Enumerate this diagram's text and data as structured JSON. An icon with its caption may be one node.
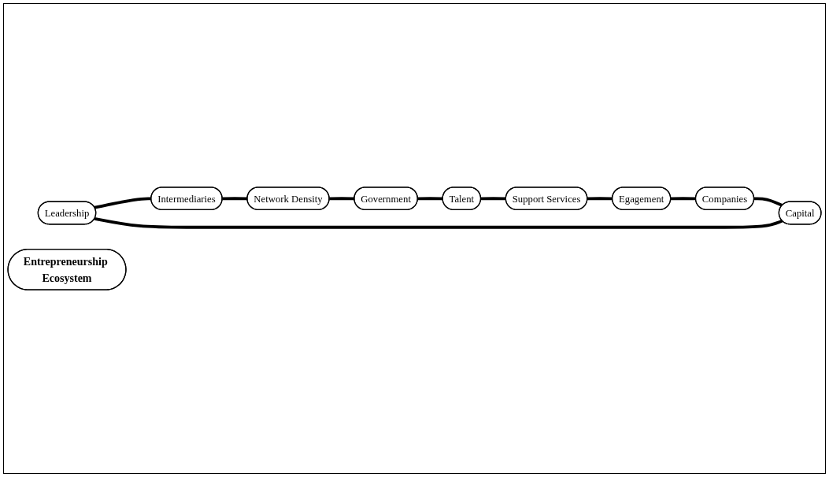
{
  "diagram": {
    "nodes": [
      {
        "text": [
          "Leadership"
        ]
      },
      {
        "text": [
          "Capital"
        ]
      },
      {
        "text": [
          "Intermediaries"
        ]
      },
      {
        "text": [
          "Companies"
        ]
      },
      {
        "text": [
          "Entrepreneurship Ecosystem"
        ]
      },
      {
        "text": [
          "Network Density"
        ]
      },
      {
        "text": [
          "Egagement"
        ]
      },
      {
        "text": [
          "Government"
        ]
      },
      {
        "text": [
          "Support Services"
        ]
      },
      {
        "text": [
          "Talent"
        ]
      }
    ],
    "edges": [
      {
        "from": 1,
        "to": 0,
        "arrow": "none"
      },
      {
        "from": 0,
        "to": 2,
        "arrow": "none"
      },
      {
        "from": 2,
        "to": 5,
        "arrow": "none"
      },
      {
        "from": 5,
        "to": 7,
        "arrow": "none"
      },
      {
        "from": 7,
        "to": 9,
        "arrow": "none"
      },
      {
        "from": 9,
        "to": 8,
        "arrow": "none"
      },
      {
        "from": 8,
        "to": 6,
        "arrow": "none"
      },
      {
        "from": 6,
        "to": 3,
        "arrow": "none"
      },
      {
        "from": 3,
        "to": 1,
        "arrow": "none"
      }
    ]
  }
}
